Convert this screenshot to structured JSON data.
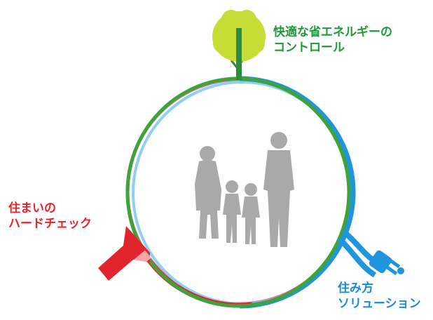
{
  "labels": {
    "energy": {
      "line1": "快適な省エネルギーの",
      "line2": "コントロール",
      "color": "#1f9a3a"
    },
    "hardcheck": {
      "line1": "住まいの",
      "line2": "ハードチェック",
      "color": "#e4242c"
    },
    "solution": {
      "line1": "住み方",
      "line2": "ソリューション",
      "color": "#1a8ad6"
    }
  },
  "colors": {
    "green": "#3da33a",
    "blue": "#1e95dc",
    "red": "#e0252c",
    "pink": "#e86b9a",
    "lightblue": "#8fd0f0",
    "tree_leaf": "#c8dc38",
    "tree_trunk": "#2e8b3a",
    "family": "#a9a9a9"
  },
  "icons": [
    "tree-icon",
    "plug-icon",
    "arrow-icon",
    "family-silhouette-icon"
  ]
}
